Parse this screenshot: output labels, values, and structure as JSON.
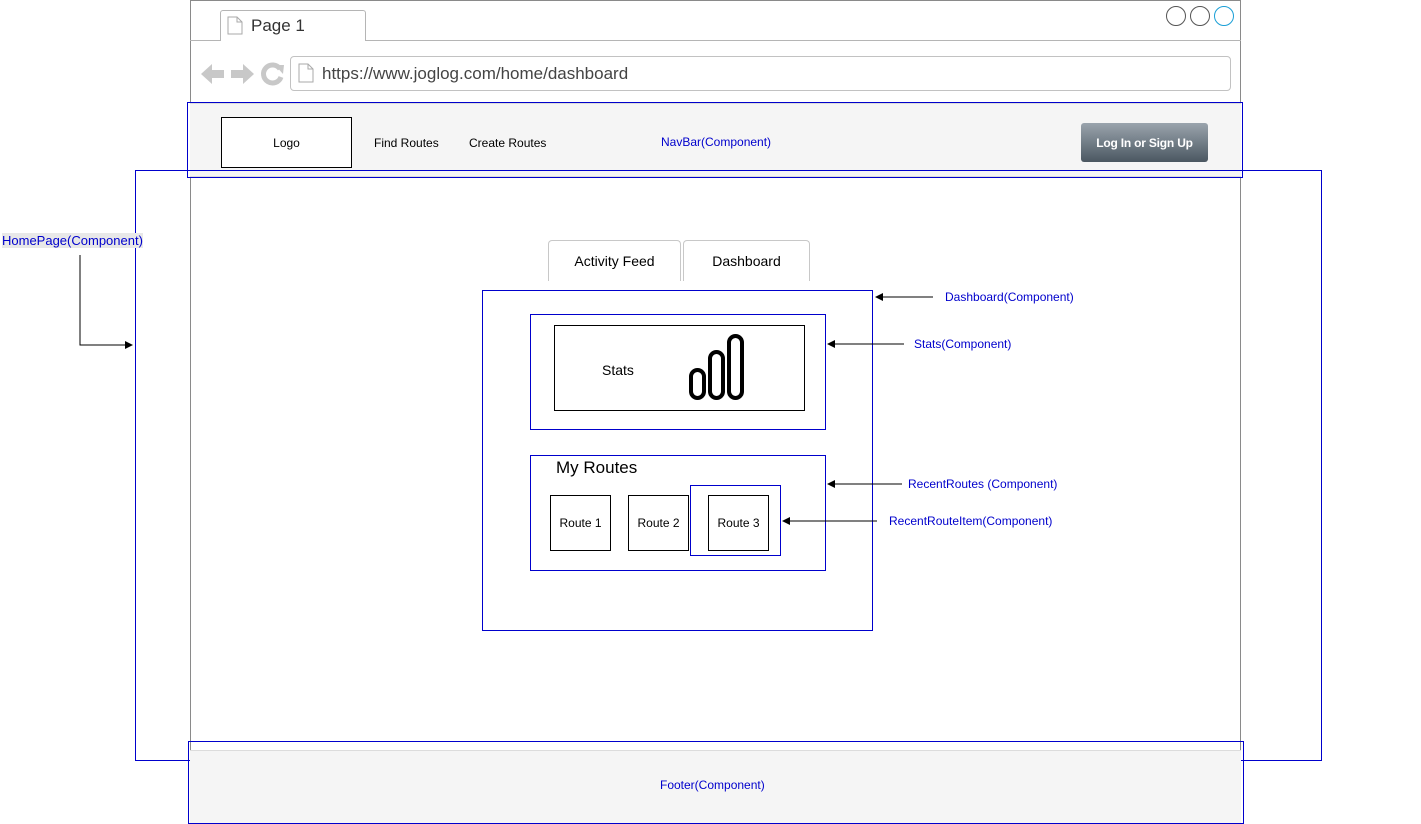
{
  "browser": {
    "tab_title": "Page 1",
    "url": "https://www.joglog.com/home/dashboard"
  },
  "navbar": {
    "logo_label": "Logo",
    "links": [
      "Find Routes",
      "Create Routes"
    ],
    "login_button": "Log In or Sign Up",
    "component_label": "NavBar(Component)"
  },
  "homepage": {
    "component_label": "HomePage(Component)"
  },
  "tabs": [
    "Activity Feed",
    "Dashboard"
  ],
  "dashboard": {
    "component_label": "Dashboard(Component)"
  },
  "stats": {
    "label": "Stats",
    "component_label": "Stats(Component)",
    "icon": "bar-chart-icon"
  },
  "recent_routes": {
    "title": "My Routes",
    "component_label": "RecentRoutes (Component)",
    "item_component_label": "RecentRouteItem(Component)",
    "routes": [
      "Route 1",
      "Route 2",
      "Route 3"
    ]
  },
  "footer": {
    "component_label": "Footer(Component)"
  },
  "colors": {
    "annotation_blue": "#0000cc",
    "navbar_bg": "#f5f5f5",
    "button_gradient_top": "#9aa4ad",
    "button_gradient_bottom": "#4b5761"
  }
}
